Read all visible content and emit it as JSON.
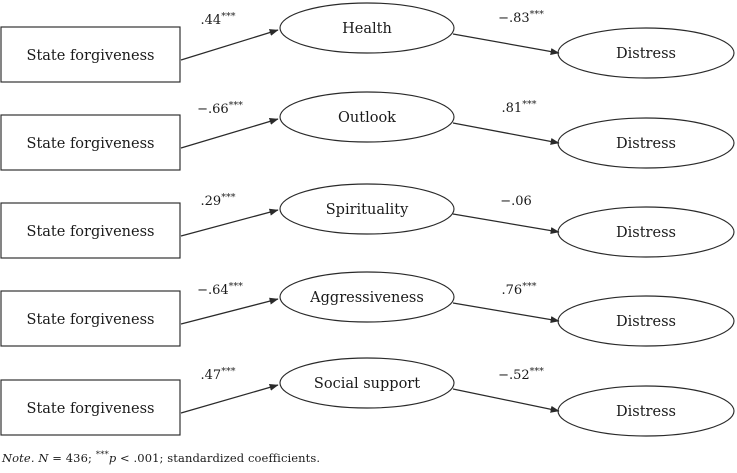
{
  "figure": {
    "type": "path-diagram",
    "description": "Five parallel simple mediation models linking state forgiveness to distress",
    "note_prefix": "Note.",
    "note_sample": "N",
    "note_equals": " = 436; ",
    "note_stars": "***",
    "note_p": "p",
    "note_tail": " < .001; standardized coefficients.",
    "note_full": "Note. N = 436; ***p < .001; standardized coefficients."
  },
  "colors": {
    "stroke": "#2a2a2a",
    "text": "#1a1a1a",
    "background": "#ffffff"
  },
  "rows": [
    {
      "predictor": "State forgiveness",
      "mediator": "Health",
      "outcome": "Distress",
      "a_path": {
        "value": ".44",
        "stars": "***",
        "full": ".44***"
      },
      "b_path": {
        "value": "−.83",
        "stars": "***",
        "full": "−.83***"
      }
    },
    {
      "predictor": "State forgiveness",
      "mediator": "Outlook",
      "outcome": "Distress",
      "a_path": {
        "value": "−.66",
        "stars": "***",
        "full": "−.66***"
      },
      "b_path": {
        "value": ".81",
        "stars": "***",
        "full": ".81***"
      }
    },
    {
      "predictor": "State forgiveness",
      "mediator": "Spirituality",
      "outcome": "Distress",
      "a_path": {
        "value": ".29",
        "stars": "***",
        "full": ".29***"
      },
      "b_path": {
        "value": "−.06",
        "stars": "",
        "full": "−.06"
      }
    },
    {
      "predictor": "State forgiveness",
      "mediator": "Aggressiveness",
      "outcome": "Distress",
      "a_path": {
        "value": "−.64",
        "stars": "***",
        "full": "−.64***"
      },
      "b_path": {
        "value": ".76",
        "stars": "***",
        "full": ".76***"
      }
    },
    {
      "predictor": "State forgiveness",
      "mediator": "Social support",
      "outcome": "Distress",
      "a_path": {
        "value": ".47",
        "stars": "***",
        "full": ".47***"
      },
      "b_path": {
        "value": "−.52",
        "stars": "***",
        "full": "−.52***"
      }
    }
  ],
  "chart_data": {
    "type": "diagram",
    "title": "",
    "nodes": [
      "State forgiveness",
      "Health",
      "Outlook",
      "Spirituality",
      "Aggressiveness",
      "Social support",
      "Distress"
    ],
    "edges": [
      {
        "from": "State forgiveness",
        "to": "Health",
        "coefficient": 0.44,
        "p": "<.001"
      },
      {
        "from": "Health",
        "to": "Distress",
        "coefficient": -0.83,
        "p": "<.001"
      },
      {
        "from": "State forgiveness",
        "to": "Outlook",
        "coefficient": -0.66,
        "p": "<.001"
      },
      {
        "from": "Outlook",
        "to": "Distress",
        "coefficient": 0.81,
        "p": "<.001"
      },
      {
        "from": "State forgiveness",
        "to": "Spirituality",
        "coefficient": 0.29,
        "p": "<.001"
      },
      {
        "from": "Spirituality",
        "to": "Distress",
        "coefficient": -0.06,
        "p": "ns"
      },
      {
        "from": "State forgiveness",
        "to": "Aggressiveness",
        "coefficient": -0.64,
        "p": "<.001"
      },
      {
        "from": "Aggressiveness",
        "to": "Distress",
        "coefficient": 0.76,
        "p": "<.001"
      },
      {
        "from": "State forgiveness",
        "to": "Social support",
        "coefficient": 0.47,
        "p": "<.001"
      },
      {
        "from": "Social support",
        "to": "Distress",
        "coefficient": -0.52,
        "p": "<.001"
      }
    ],
    "sample_size": 436
  }
}
